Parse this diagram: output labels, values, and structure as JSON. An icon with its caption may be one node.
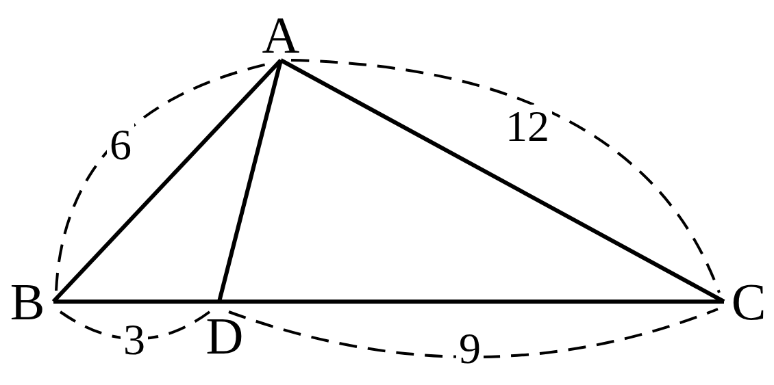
{
  "diagram": {
    "nodes": [
      {
        "text": [
          "A"
        ]
      },
      {
        "text": [
          "B"
        ]
      },
      {
        "text": [
          "C"
        ]
      },
      {
        "text": [
          "D"
        ]
      }
    ],
    "edges": [
      {
        "from": 0,
        "to": 1,
        "arrow": "none"
      },
      {
        "from": 0,
        "to": 3,
        "arrow": "none"
      },
      {
        "from": 0,
        "to": 2,
        "arrow": "none"
      },
      {
        "from": 1,
        "to": 2,
        "arrow": "none"
      }
    ],
    "labels": [
      "6",
      "12",
      "3",
      "9"
    ]
  }
}
